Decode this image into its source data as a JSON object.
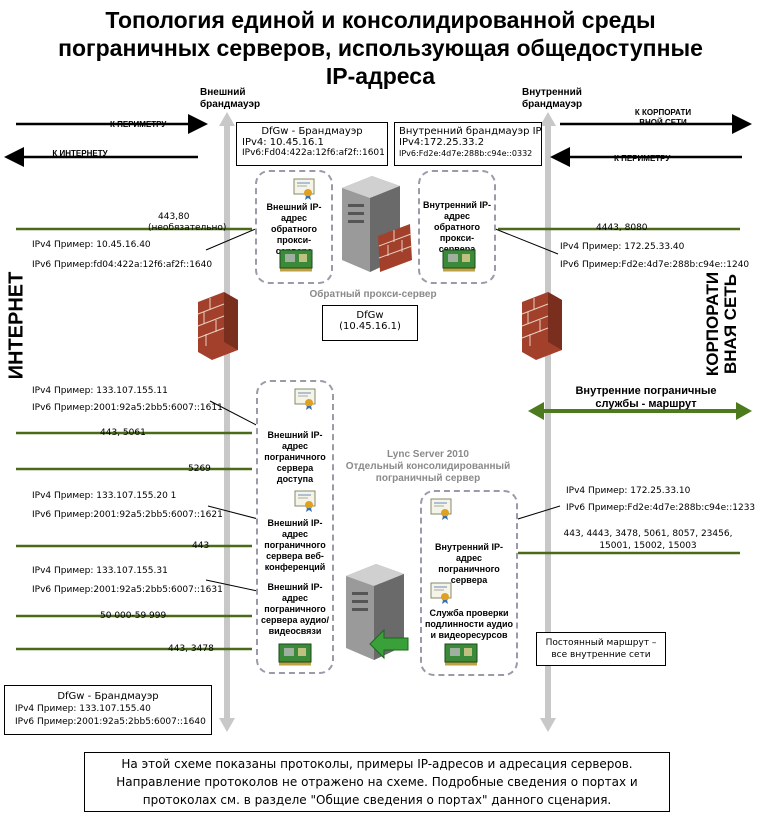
{
  "title": {
    "line1": "Топология единой и консолидированной среды",
    "line2": "пограничных серверов, использующая общедоступные",
    "line3": "IP-адреса"
  },
  "external_firewall": "Внешний брандмауэр",
  "internal_firewall": "Внутренний брандмауэр",
  "arrows": {
    "to_perimeter_left": "К ПЕРИМЕТРУ",
    "to_internet": "К ИНТЕРНЕТУ",
    "to_corporate": "К КОРПОРАТИ ВНОЙ СЕТИ",
    "to_perimeter_right": "К ПЕРИМЕТРУ"
  },
  "side_labels": {
    "internet": "ИНТЕРНЕТ",
    "corporate": "КОРПОРАТИ ВНАЯ СЕТЬ"
  },
  "dfgw_box_top": {
    "title": "DfGw - Брандмауэр",
    "ipv4": "IPv4: 10.45.16.1",
    "ipv6": "IPv6:Fd04:422a:12f6:af2f::1601"
  },
  "internal_fw_box": {
    "title": "Внутренний брандмауэр IP",
    "ipv4": "IPv4:172.25.33.2",
    "ipv6": "IPv6:Fd2e:4d7e:288b:c94e::0332"
  },
  "reverse_proxy": {
    "external_label": "Внешний IP-адрес обратного прокси-сервера",
    "internal_label": "Внутренний IP-адрес обратного прокси-сервера",
    "caption": "Обратный прокси-сервер",
    "ports_ext": "443,80",
    "ports_ext_note": "(необязательно)",
    "ext_ipv4": "IPv4 Пример: 10.45.16.40",
    "ext_ipv6": "IPv6 Пример:fd04:422a:12f6:af2f::1640",
    "ports_int": "4443, 8080",
    "int_ipv4": "IPv4 Пример: 172.25.33.40",
    "int_ipv6": "IPv6 Пример:Fd2e:4d7e:288b:c94e::1240"
  },
  "dfgw_box_mid": {
    "line1": "DfGw",
    "line2": "(10.45.16.1)"
  },
  "edge": {
    "access_label": "Внешний IP-адрес пограничного сервера доступа",
    "access_ipv4": "IPv4 Пример: 133.107.155.11",
    "access_ipv6": "IPv6 Пример:2001:92a5:2bb5:6007::1611",
    "access_ports1": "443, 5061",
    "access_ports2": "5269",
    "web_label": "Внешний IP-адрес пограничного сервера веб-конференций",
    "web_ipv4": "IPv4 Пример: 133.107.155.20 1",
    "web_ipv6": "IPv6 Пример:2001:92a5:2bb5:6007::1621",
    "web_ports": "443",
    "av_label": "Внешний IP-адрес пограничного сервера аудио/видеосвязи",
    "av_ipv4": "IPv4 Пример: 133.107.155.31",
    "av_ipv6": "IPv6 Пример:2001:92a5:2bb5:6007::1631",
    "av_ports1": "50 000-59 999",
    "av_ports2": "443, 3478",
    "lync_caption1": "Lync Server 2010",
    "lync_caption2": "Отдельный консолидированный пограничный сервер",
    "int_label": "Внутренний IP-адрес пограничного сервера",
    "auth_label": "Служба проверки подлинности аудио и видеоресурсов",
    "int_ipv4": "IPv4 Пример: 172.25.33.10",
    "int_ipv6": "IPv6 Пример:Fd2e:4d7e:288b:c94e::1233",
    "int_ports": "443, 4443, 3478, 5061, 8057, 23456, 15001, 15002, 15003"
  },
  "internal_edge_route": "Внутренние пограничные службы - маршрут",
  "persistent_route": "Постоянный маршрут – все внутренние сети",
  "dfgw_box_bottom": {
    "title": "DfGw - Брандмауэр",
    "ipv4": "IPv4 Пример: 133.107.155.40",
    "ipv6": "IPv6 Пример:2001:92a5:2bb5:6007::1640"
  },
  "footnote": {
    "line1": "На этой схеме показаны протоколы, примеры IP-адресов и адресация серверов.",
    "line2": "Направление протоколов не отражено на схеме. Подробные сведения о портах и",
    "line3": "протоколах см. в разделе \"Общие сведения о портах\" данного сценария."
  },
  "colors": {
    "green_line": "#4a6a1a",
    "route_green": "#4e7a1e",
    "rail": "#c8c8c8",
    "dash": "#9a9aaa",
    "brick": "#a3402c"
  },
  "icons": [
    "certificate-icon",
    "network-card-icon",
    "server-icon",
    "brick-wall-icon",
    "green-arrow-icon"
  ]
}
